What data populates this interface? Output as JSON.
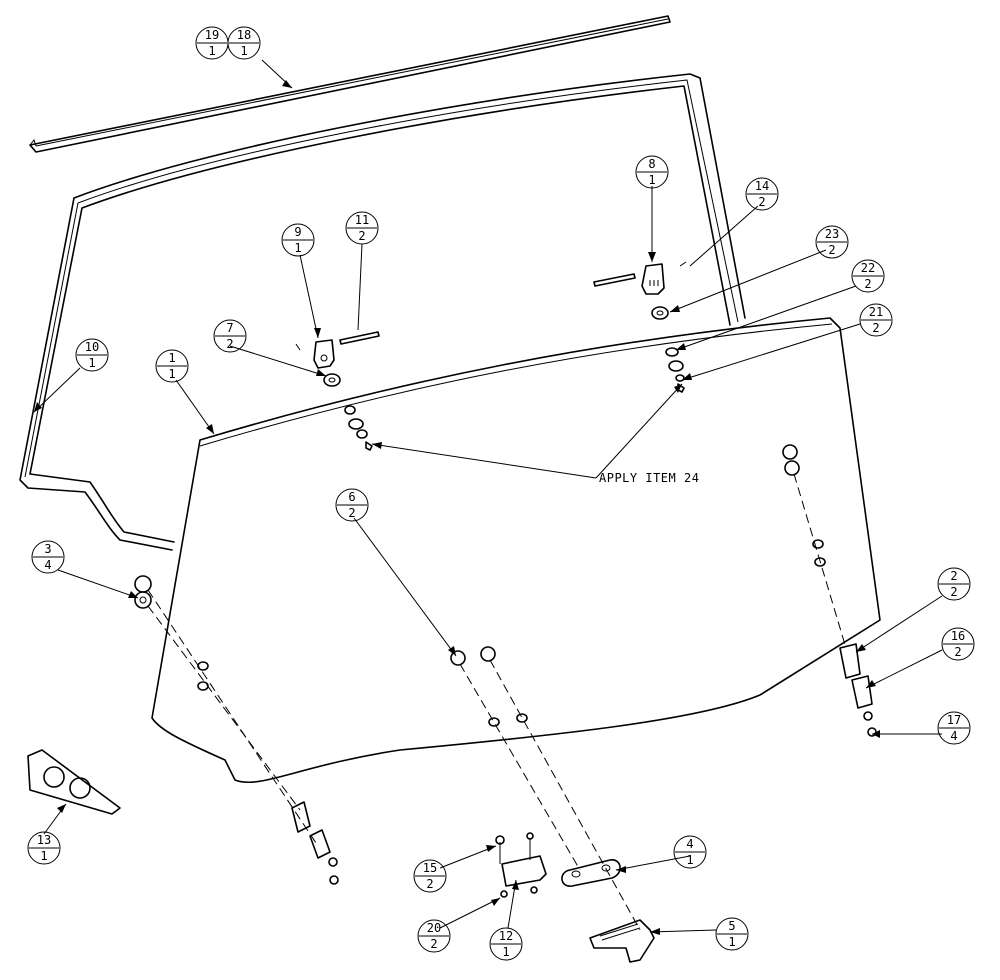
{
  "diagram": {
    "note": "APPLY ITEM 24",
    "callouts": [
      {
        "id": "c19",
        "item": "19",
        "qty": "1"
      },
      {
        "id": "c18",
        "item": "18",
        "qty": "1"
      },
      {
        "id": "c10",
        "item": "10",
        "qty": "1"
      },
      {
        "id": "c1",
        "item": "1",
        "qty": "1"
      },
      {
        "id": "c9",
        "item": "9",
        "qty": "1"
      },
      {
        "id": "c11",
        "item": "11",
        "qty": "2"
      },
      {
        "id": "c7",
        "item": "7",
        "qty": "2"
      },
      {
        "id": "c8",
        "item": "8",
        "qty": "1"
      },
      {
        "id": "c14",
        "item": "14",
        "qty": "2"
      },
      {
        "id": "c23",
        "item": "23",
        "qty": "2"
      },
      {
        "id": "c22",
        "item": "22",
        "qty": "2"
      },
      {
        "id": "c21",
        "item": "21",
        "qty": "2"
      },
      {
        "id": "c3",
        "item": "3",
        "qty": "4"
      },
      {
        "id": "c6",
        "item": "6",
        "qty": "2"
      },
      {
        "id": "c2",
        "item": "2",
        "qty": "2"
      },
      {
        "id": "c16",
        "item": "16",
        "qty": "2"
      },
      {
        "id": "c17",
        "item": "17",
        "qty": "4"
      },
      {
        "id": "c13",
        "item": "13",
        "qty": "1"
      },
      {
        "id": "c15",
        "item": "15",
        "qty": "2"
      },
      {
        "id": "c4",
        "item": "4",
        "qty": "1"
      },
      {
        "id": "c20",
        "item": "20",
        "qty": "2"
      },
      {
        "id": "c12",
        "item": "12",
        "qty": "1"
      },
      {
        "id": "c5",
        "item": "5",
        "qty": "1"
      }
    ]
  }
}
